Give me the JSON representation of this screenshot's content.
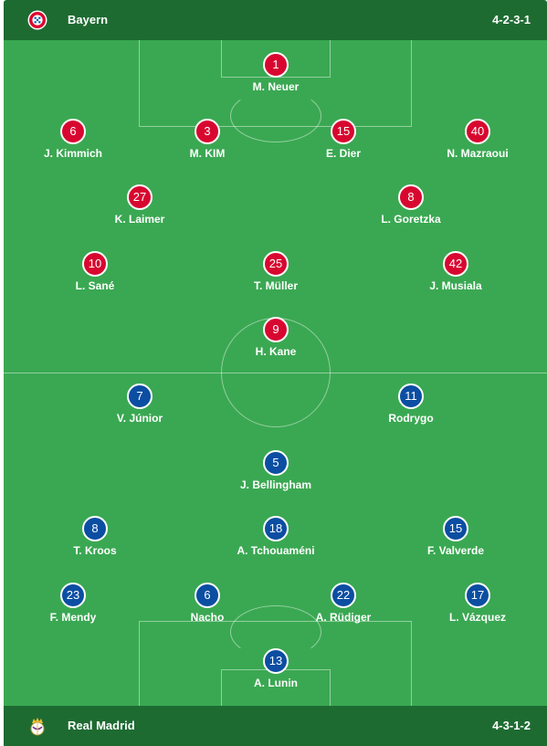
{
  "home": {
    "name": "Bayern",
    "formation": "4-2-3-1",
    "crest_icon": "bayern-crest-icon",
    "color": "#d80730",
    "players": [
      {
        "number": "1",
        "name": "M. Neuer"
      },
      {
        "number": "6",
        "name": "J. Kimmich"
      },
      {
        "number": "3",
        "name": "M. KIM"
      },
      {
        "number": "15",
        "name": "E. Dier"
      },
      {
        "number": "40",
        "name": "N. Mazraoui"
      },
      {
        "number": "27",
        "name": "K. Laimer"
      },
      {
        "number": "8",
        "name": "L. Goretzka"
      },
      {
        "number": "10",
        "name": "L. Sané"
      },
      {
        "number": "25",
        "name": "T. Müller"
      },
      {
        "number": "42",
        "name": "J. Musiala"
      },
      {
        "number": "9",
        "name": "H. Kane"
      }
    ]
  },
  "away": {
    "name": "Real Madrid",
    "formation": "4-3-1-2",
    "crest_icon": "real-madrid-crest-icon",
    "color": "#0b4ea2",
    "players": [
      {
        "number": "7",
        "name": "V. Júnior"
      },
      {
        "number": "11",
        "name": "Rodrygo"
      },
      {
        "number": "5",
        "name": "J. Bellingham"
      },
      {
        "number": "8",
        "name": "T. Kroos"
      },
      {
        "number": "18",
        "name": "A. Tchouaméni"
      },
      {
        "number": "15",
        "name": "F. Valverde"
      },
      {
        "number": "23",
        "name": "F. Mendy"
      },
      {
        "number": "6",
        "name": "Nacho"
      },
      {
        "number": "22",
        "name": "A. Rüdiger"
      },
      {
        "number": "17",
        "name": "L. Vázquez"
      },
      {
        "number": "13",
        "name": "A. Lunin"
      }
    ]
  }
}
